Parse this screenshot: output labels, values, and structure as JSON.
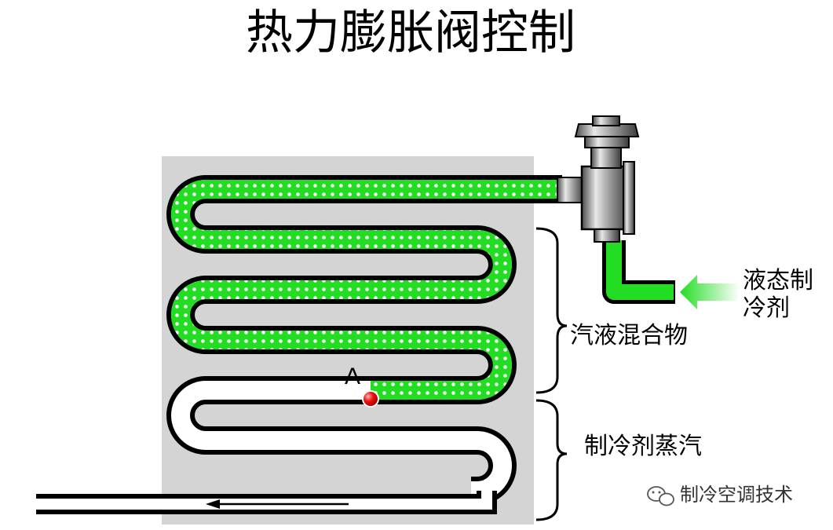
{
  "title": "热力膨胀阀控制",
  "labels": {
    "liquid_line1": "液态制",
    "liquid_line2": "冷剂",
    "mixture": "汽液混合物",
    "vapor": "制冷剂蒸汽",
    "point": "A"
  },
  "watermark": {
    "text": "制冷空调技术",
    "icon": "wechat-icon"
  },
  "colors": {
    "liquid_green": "#22dd22",
    "pipe_outline": "#000000",
    "plate": "#d4d4d4",
    "point_red": "#ee1111"
  }
}
